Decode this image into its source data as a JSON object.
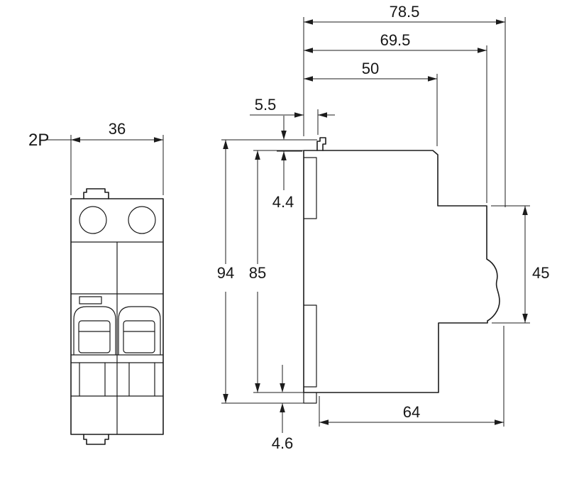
{
  "drawing": {
    "type": "technical-dimension-drawing",
    "subject": "2-pole miniature circuit breaker, front and side views",
    "front": {
      "pole_label": "2P",
      "width": "36"
    },
    "side": {
      "overall_width": "78.5",
      "upper_width": "69.5",
      "top_width": "50",
      "tab_offset": "5.5",
      "tab_height": "4.4",
      "overall_height": "94",
      "body_height": "85",
      "right_section_height": "45",
      "base_width": "64",
      "bottom_clip_height": "4.6"
    },
    "colors": {
      "line": "#1c1c1c",
      "background": "#ffffff",
      "text": "#161616"
    }
  }
}
